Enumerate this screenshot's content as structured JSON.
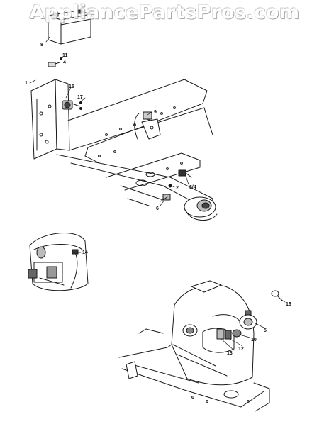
{
  "watermark": {
    "text": "AppliancePartsPros.com"
  },
  "callouts": {
    "c1": "1",
    "c2": "2",
    "c34": "3/4",
    "c4": "4",
    "c5": "5",
    "c6": "6",
    "c8": "8",
    "c9": "9",
    "c10": "10",
    "c11": "11",
    "c12": "12",
    "c13": "13",
    "c14": "14",
    "c15": "15",
    "c16": "16",
    "c17": "17"
  },
  "colors": {
    "line": "#1a1a1a",
    "shade": "#555555",
    "paper": "#ffffff"
  }
}
